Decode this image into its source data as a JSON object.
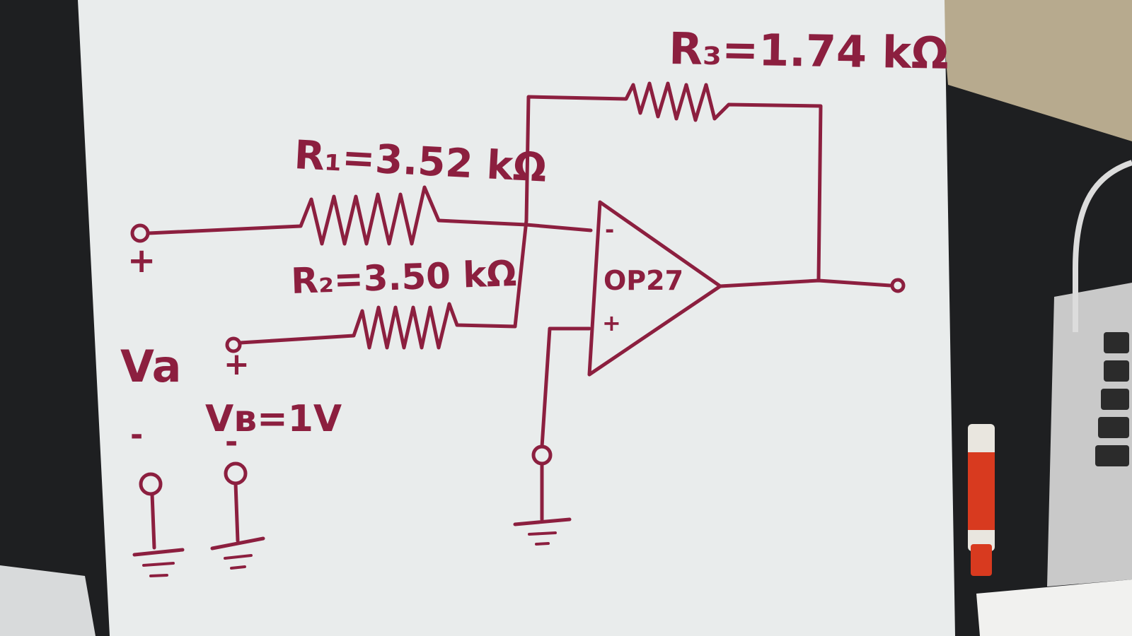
{
  "labels": {
    "r1": "R₁=3.52 kΩ",
    "r2": "R₂=3.50 kΩ",
    "r3": "R₃=1.74 kΩ",
    "opamp": "OP27",
    "plus_pin": "+",
    "minus_pin": "-",
    "va": "Va",
    "vb": "Vʙ=1V",
    "va_plus": "+",
    "va_minus": "-",
    "vb_plus": "+",
    "vb_minus": "-"
  },
  "colors": {
    "ink": "#8c1f3f",
    "board": "#e9ecec",
    "desk": "#1e1f21",
    "laptop": "#c9c9c9",
    "marker_body": "#e9e6df",
    "marker_cap": "#d83a1f"
  }
}
